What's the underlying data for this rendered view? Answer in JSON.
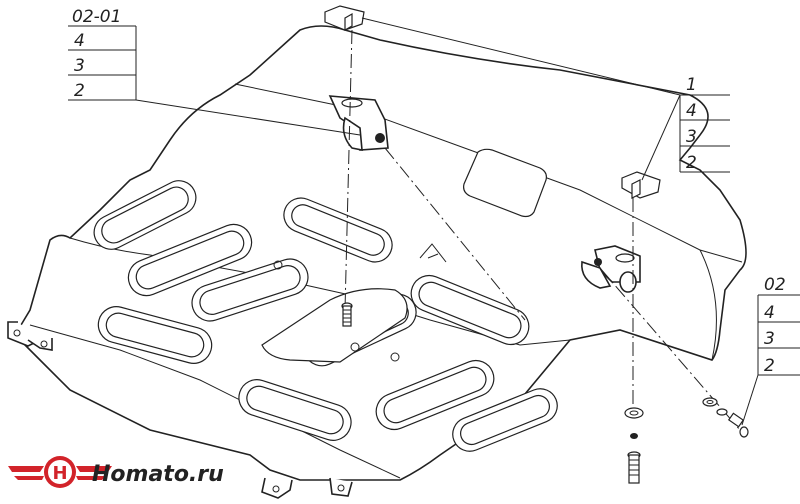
{
  "callouts": {
    "top_left": [
      "02-01",
      "4",
      "3",
      "2"
    ],
    "top_right": [
      "1",
      "4",
      "3",
      "2"
    ],
    "bottom_right": [
      "02",
      "4",
      "3",
      "2"
    ]
  },
  "brand": {
    "name": "Homato.ru",
    "logo_letter": "H"
  }
}
